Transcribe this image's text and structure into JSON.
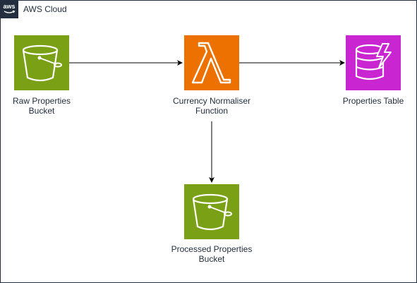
{
  "group": {
    "title": "AWS Cloud",
    "logo_text": "aws"
  },
  "nodes": {
    "raw_bucket": {
      "label_line1": "Raw Properties",
      "label_line2": "Bucket",
      "icon": "s3-bucket-icon",
      "color": "#7aa116"
    },
    "lambda": {
      "label_line1": "Currency Normaliser",
      "label_line2": "Function",
      "icon": "lambda-icon",
      "color": "#ed7100"
    },
    "table": {
      "label_line1": "Properties Table",
      "icon": "dynamodb-icon",
      "color": "#c925d1"
    },
    "processed_bucket": {
      "label_line1": "Processed Properties",
      "label_line2": "Bucket",
      "icon": "s3-bucket-icon",
      "color": "#7aa116"
    }
  },
  "edges": [
    {
      "from": "Raw Properties Bucket",
      "to": "Currency Normaliser Function"
    },
    {
      "from": "Currency Normaliser Function",
      "to": "Properties Table"
    },
    {
      "from": "Currency Normaliser Function",
      "to": "Processed Properties Bucket"
    }
  ]
}
